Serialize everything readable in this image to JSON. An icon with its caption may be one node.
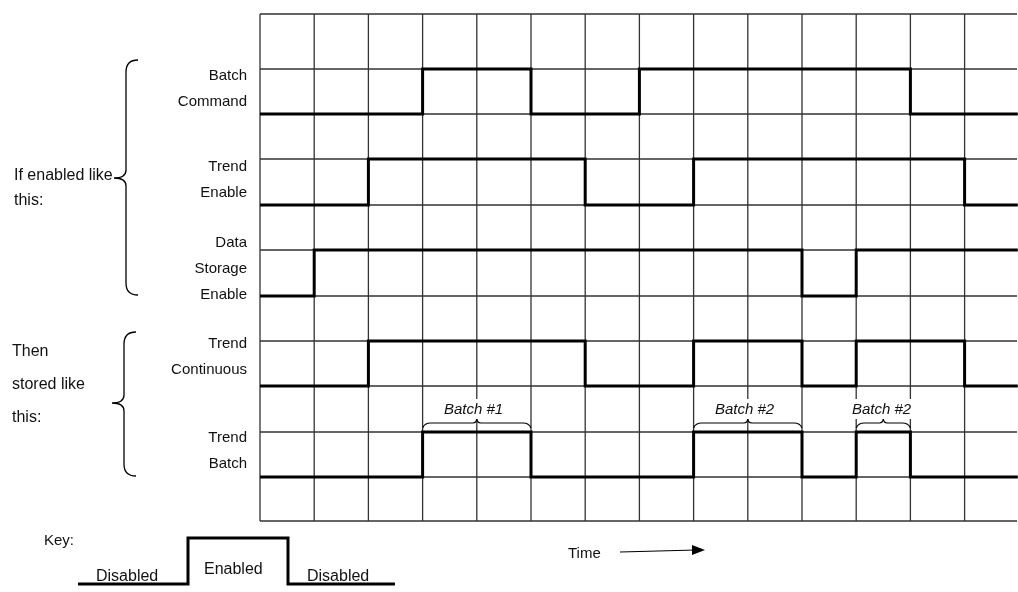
{
  "diagram": {
    "labels": [
      "If enabled like this:",
      "Batch Command",
      "Trend Enable",
      "Data Storage Enable",
      "Then stored like this:",
      "Trend Continuous",
      "Batch #1",
      "Batch #2",
      "Batch #2",
      "Trend Batch",
      "Key:",
      "Disabled",
      "Enabled",
      "Disabled",
      "Time"
    ]
  }
}
